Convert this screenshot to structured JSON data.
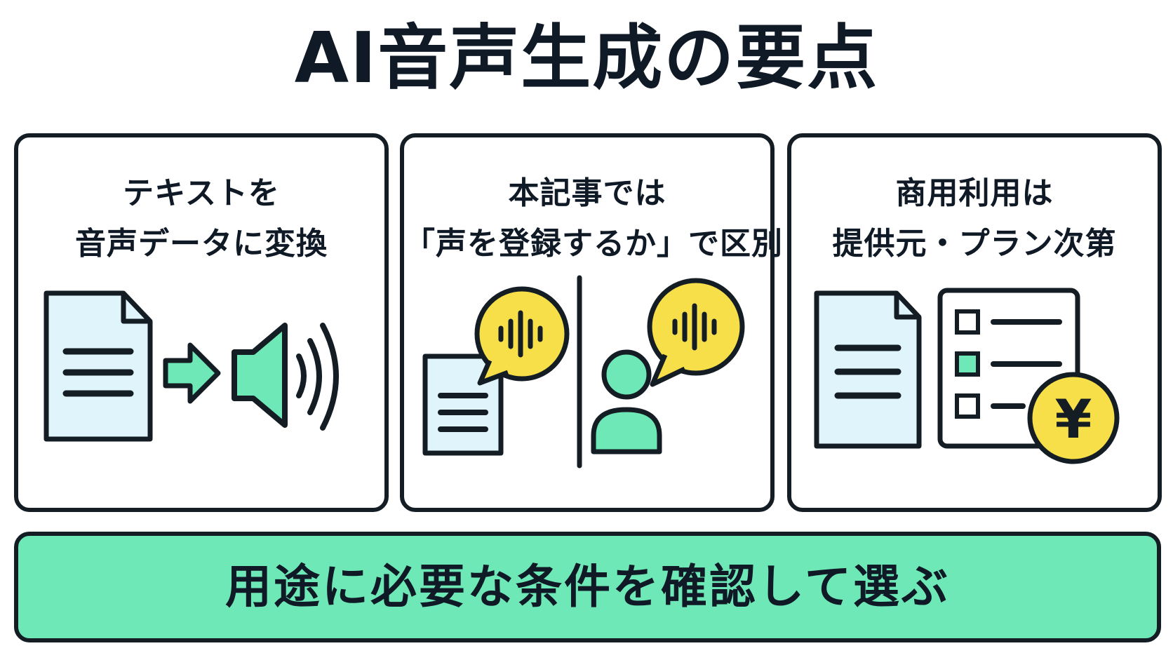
{
  "title": "AI音声生成の要点",
  "cards": [
    {
      "line1": "テキストを",
      "line2": "音声データに変換"
    },
    {
      "line1": "本記事では",
      "line2": "「声を登録するか」で区別"
    },
    {
      "line1": "商用利用は",
      "line2": "提供元・プラン次第"
    }
  ],
  "banner": "用途に必要な条件を確認して選ぶ",
  "icons": {
    "card1": [
      "document-icon",
      "arrow-right-icon",
      "speaker-icon",
      "sound-waves-icon"
    ],
    "card2": [
      "document-icon",
      "speech-bubble-waveform-icon",
      "divider-line",
      "person-icon",
      "speech-bubble-waveform-icon"
    ],
    "card3": [
      "document-icon",
      "checklist-icon",
      "yen-coin-icon"
    ]
  },
  "yen_symbol": "¥",
  "colors": {
    "outline": "#141c24",
    "doc_fill": "#dff4fb",
    "accent_green": "#6ee8b6",
    "bubble_yellow": "#f7df4a"
  }
}
